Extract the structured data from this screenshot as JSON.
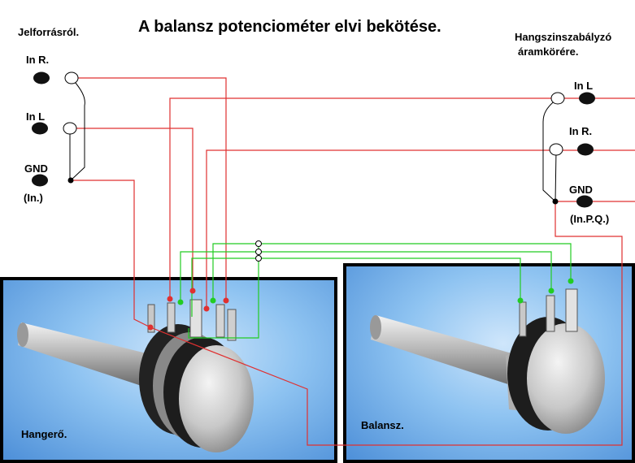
{
  "title": "A balansz potenciométer elvi bekötése.",
  "source": {
    "heading": "Jelforrásról.",
    "in_r": "In R.",
    "in_l": "In L",
    "gnd": "GND",
    "gnd_note": "(In.)"
  },
  "target": {
    "heading_line1": "Hangszinszabályzó",
    "heading_line2": "áramkörére.",
    "in_l": "In L",
    "in_r": "In R.",
    "gnd": "GND",
    "gnd_note": "(In.P.Q.)"
  },
  "photos": {
    "volume_caption": "Hangerő.",
    "balance_caption": "Balansz."
  },
  "colors": {
    "red_wire": "#e03030",
    "green_wire": "#22cc22",
    "black_wire": "#000000",
    "photo_border": "#000000",
    "terminal": "#111111"
  }
}
